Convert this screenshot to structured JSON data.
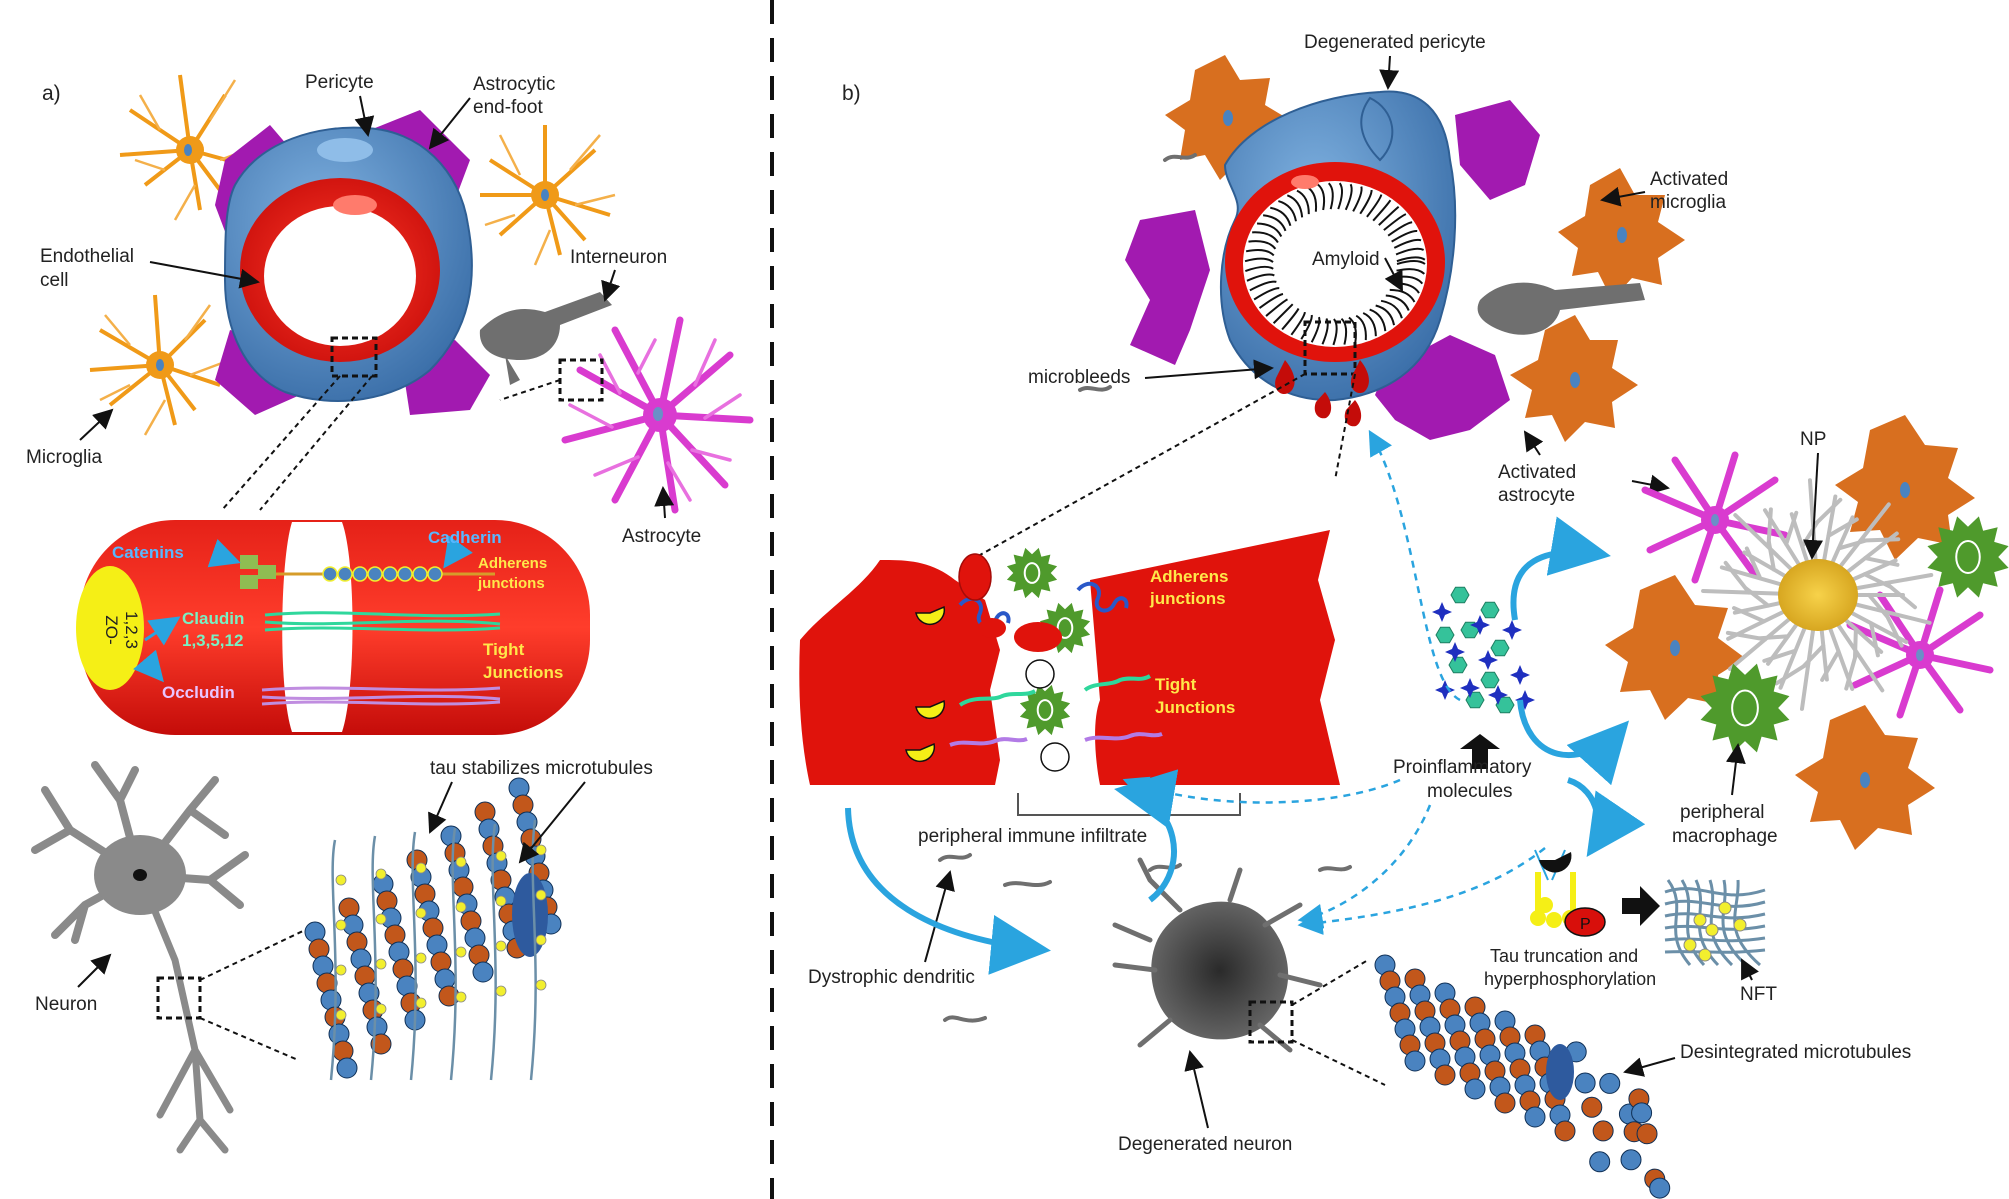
{
  "panel_a": {
    "letter": "a)",
    "labels": {
      "pericyte": "Pericyte",
      "astrocytic_endfoot_1": "Astrocytic",
      "astrocytic_endfoot_2": "end-foot",
      "endothelial_1": "Endothelial",
      "endothelial_2": "cell",
      "interneuron": "Interneuron",
      "microglia": "Microglia",
      "astrocyte": "Astrocyte",
      "neuron": "Neuron",
      "tau_stabilizes": "tau stabilizes microtubules"
    },
    "junction": {
      "catenins": "Catenins",
      "cadherin": "Cadherin",
      "adherens_1": "Adherens",
      "adherens_2": "junctions",
      "claudin_1": "Claudin",
      "claudin_2": "1,3,5,12",
      "tight_1": "Tight",
      "tight_2": "Junctions",
      "zo_1": "ZO-",
      "zo_2": "1,2,3",
      "occludin": "Occludin"
    }
  },
  "panel_b": {
    "letter": "b)",
    "labels": {
      "degenerated_pericyte": "Degenerated pericyte",
      "activated_microglia_1": "Activated",
      "activated_microglia_2": "microglia",
      "amyloid": "Amyloid",
      "microbleeds": "microbleeds",
      "activated_astrocyte_1": "Activated",
      "activated_astrocyte_2": "astrocyte",
      "np": "NP",
      "adherens_1": "Adherens",
      "adherens_2": "junctions",
      "tight_1": "Tight",
      "tight_2": "Junctions",
      "proinflammatory_1": "Proinflammatory",
      "proinflammatory_2": "molecules",
      "peripheral_macrophage_1": "peripheral",
      "peripheral_macrophage_2": "macrophage",
      "peripheral_immune": "peripheral immune infiltrate",
      "p": "P",
      "tau_truncation_1": "Tau truncation and",
      "tau_truncation_2": "hyperphosphorylation",
      "nft": "NFT",
      "dystrophic": "Dystrophic dendritic",
      "desintegrated": "Desintegrated microtubules",
      "degenerated_neuron": "Degenerated neuron"
    }
  },
  "colors": {
    "endothelium_red": "#e0130c",
    "pericyte_blue": "#4a83c0",
    "astro_endfoot_purple": "#a21ab0",
    "microglia_orange": "#f09a18",
    "astrocyte_magenta": "#d93bcf",
    "activated_microglia": "#d86f1f",
    "green_cell": "#4f9a2c",
    "neuron_gray": "#8a8a8a",
    "tau_yellow": "#f2ef2e",
    "arrow_cyan": "#2aa4df"
  },
  "icons": [
    "microglia-icon",
    "astrocyte-icon",
    "pericyte-icon",
    "endothelial-vessel-icon",
    "neuron-icon",
    "microtubule-icon",
    "interneuron-icon",
    "macrophage-icon",
    "neuritic-plaque-icon",
    "nft-icon",
    "cytokine-star-icon",
    "blood-drop-icon"
  ]
}
